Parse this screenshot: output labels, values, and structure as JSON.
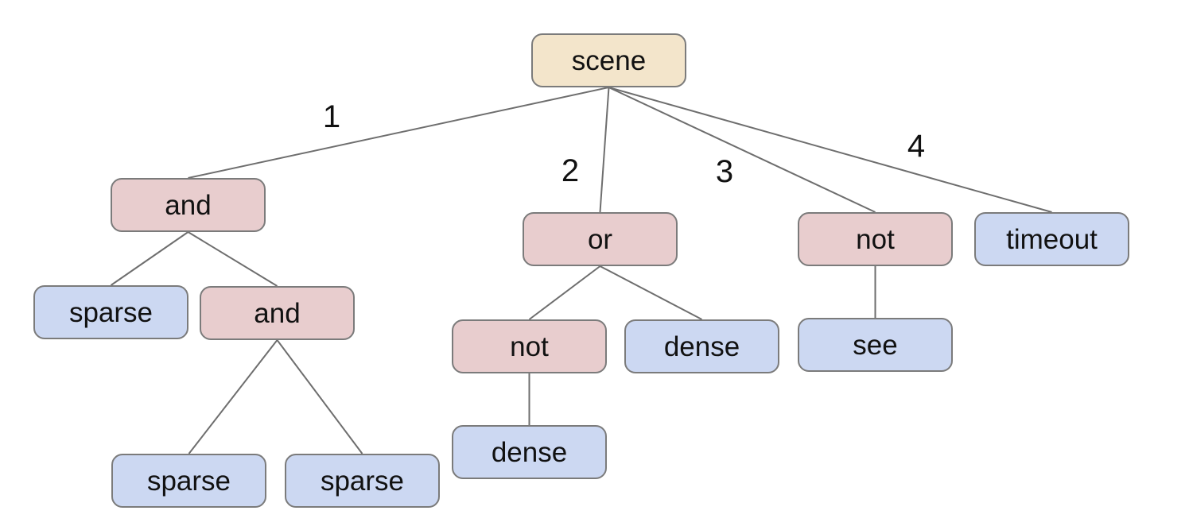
{
  "diagram": {
    "type": "tree",
    "background": "#ffffff",
    "colors": {
      "root_fill": "#f3e5cb",
      "operator_fill": "#e8cdce",
      "leaf_fill": "#ccd8f2",
      "node_border": "#7b7b7b",
      "edge_line": "#6e6e6e",
      "text": "#111111"
    },
    "nodes": [
      {
        "id": "scene",
        "label": "scene",
        "type": "root"
      },
      {
        "id": "and-1",
        "label": "and",
        "type": "operator"
      },
      {
        "id": "or-1",
        "label": "or",
        "type": "operator"
      },
      {
        "id": "not-1",
        "label": "not",
        "type": "operator"
      },
      {
        "id": "timeout-1",
        "label": "timeout",
        "type": "leaf"
      },
      {
        "id": "sparse-1",
        "label": "sparse",
        "type": "leaf"
      },
      {
        "id": "and-2",
        "label": "and",
        "type": "operator"
      },
      {
        "id": "not-2",
        "label": "not",
        "type": "operator"
      },
      {
        "id": "dense-1",
        "label": "dense",
        "type": "leaf"
      },
      {
        "id": "see-1",
        "label": "see",
        "type": "leaf"
      },
      {
        "id": "sparse-2",
        "label": "sparse",
        "type": "leaf"
      },
      {
        "id": "sparse-3",
        "label": "sparse",
        "type": "leaf"
      },
      {
        "id": "dense-2",
        "label": "dense",
        "type": "leaf"
      }
    ],
    "edge_labels": [
      {
        "label": "1"
      },
      {
        "label": "2"
      },
      {
        "label": "3"
      },
      {
        "label": "4"
      }
    ],
    "tree": {
      "label": "scene",
      "children": [
        {
          "edge": "1",
          "label": "and",
          "children": [
            {
              "label": "sparse"
            },
            {
              "label": "and",
              "children": [
                {
                  "label": "sparse"
                },
                {
                  "label": "sparse"
                }
              ]
            }
          ]
        },
        {
          "edge": "2",
          "label": "or",
          "children": [
            {
              "label": "not",
              "children": [
                {
                  "label": "dense"
                }
              ]
            },
            {
              "label": "dense"
            }
          ]
        },
        {
          "edge": "3",
          "label": "not",
          "children": [
            {
              "label": "see"
            }
          ]
        },
        {
          "edge": "4",
          "label": "timeout"
        }
      ]
    }
  }
}
